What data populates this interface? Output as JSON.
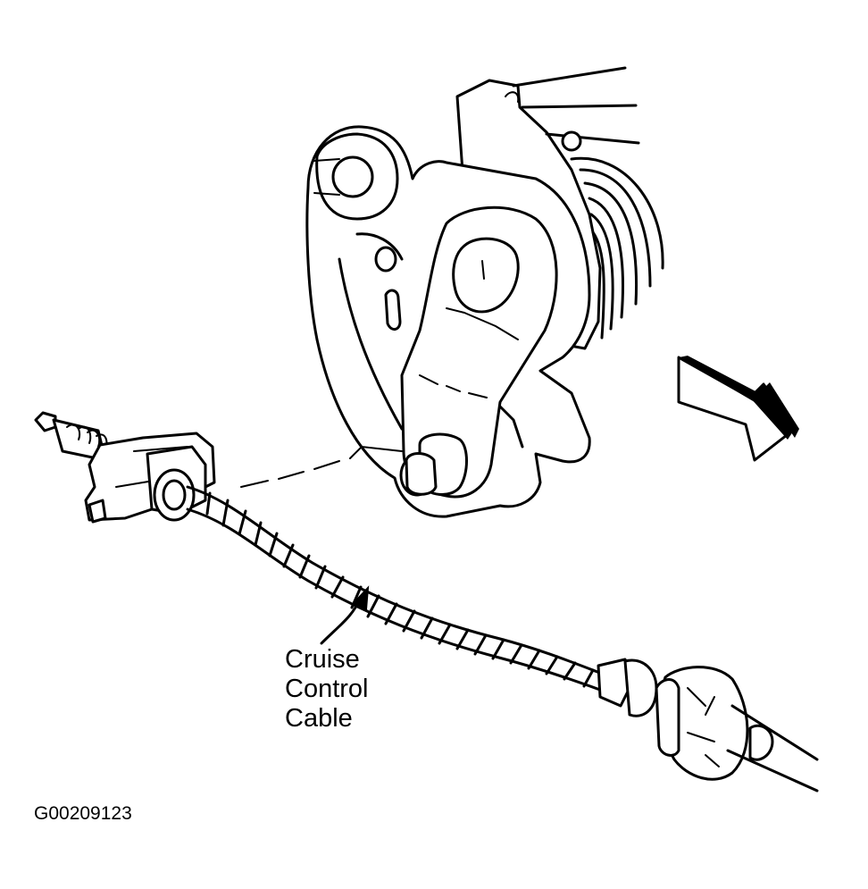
{
  "callout": {
    "line1": "Cruise",
    "line2": "Control",
    "line3": "Cable"
  },
  "figure_id": "G00209123",
  "colors": {
    "ink": "#000000",
    "paper": "#ffffff"
  }
}
